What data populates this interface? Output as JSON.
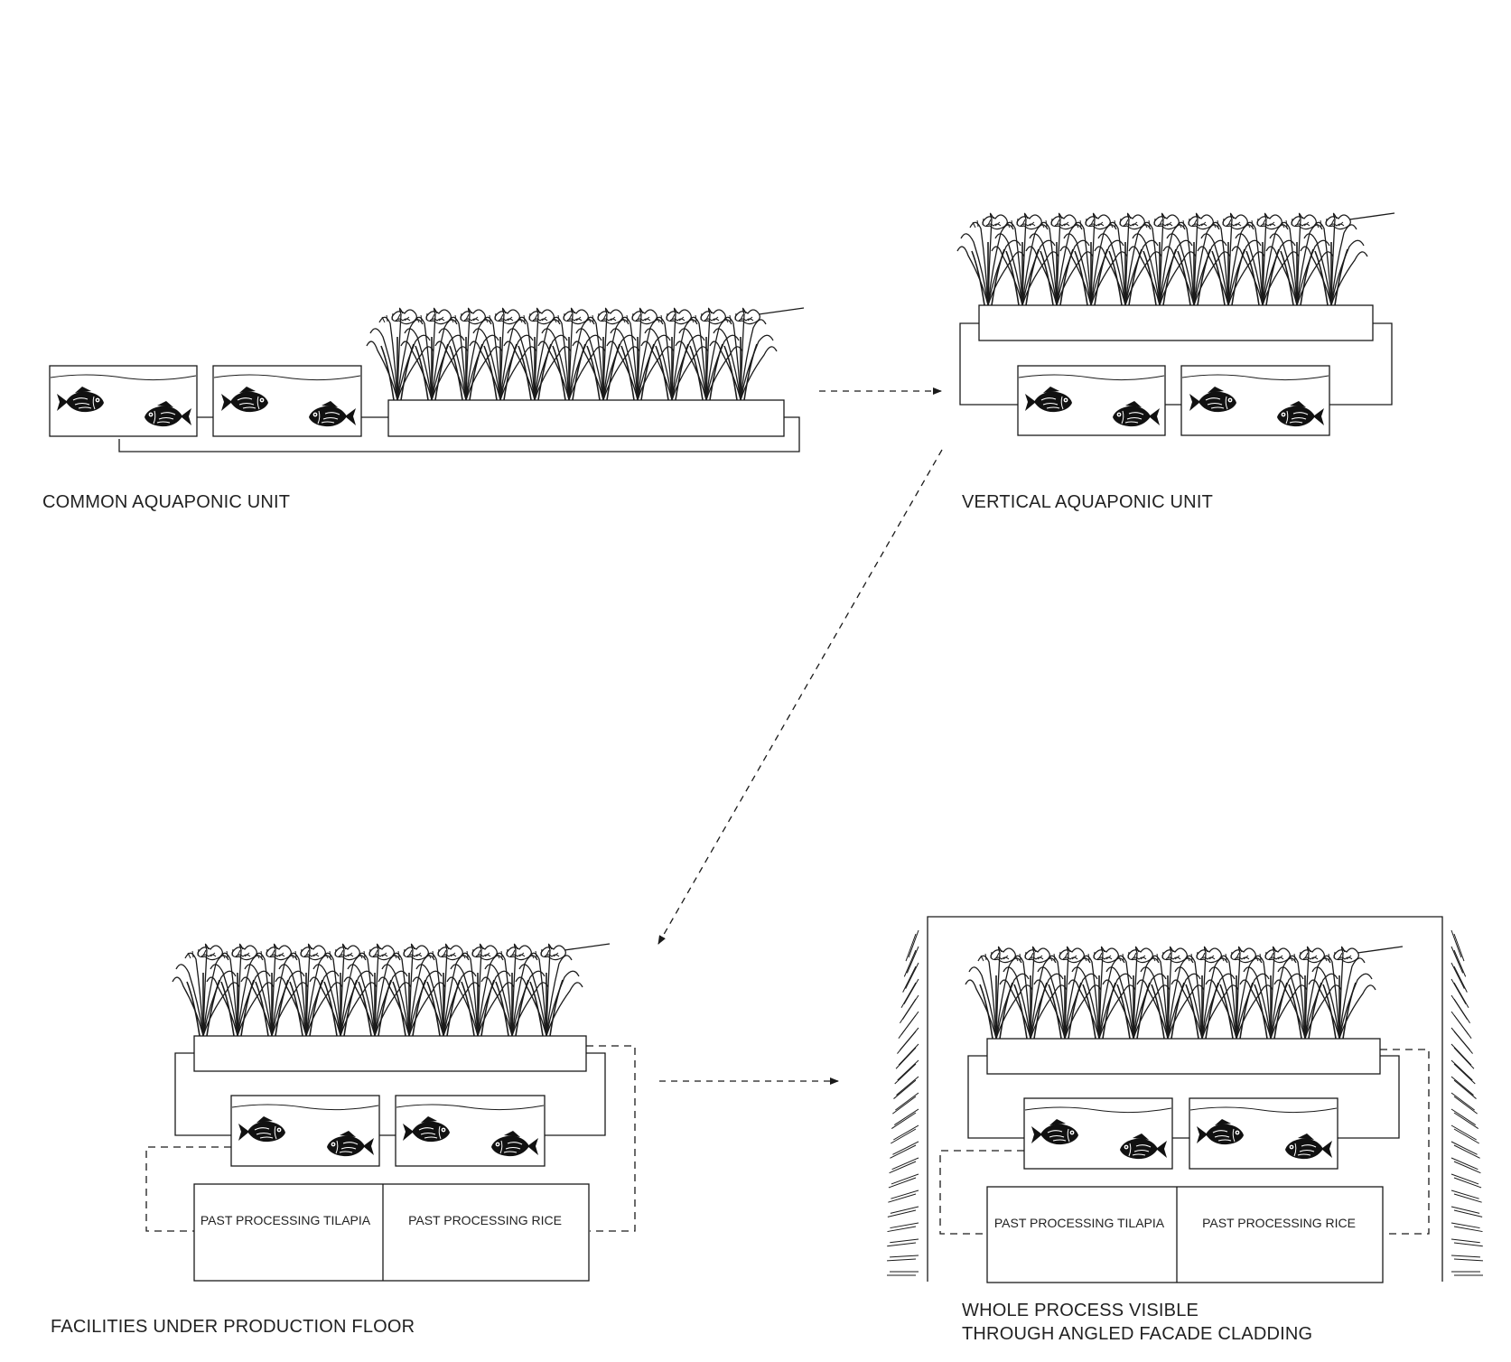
{
  "labels": {
    "common": "COMMON AQUAPONIC UNIT",
    "vertical": "VERTICAL AQUAPONIC UNIT",
    "facilities": "FACILITIES UNDER PRODUCTION FLOOR",
    "whole_line1": "WHOLE PROCESS VISIBLE",
    "whole_line2": "THROUGH ANGLED FACADE CLADDING"
  },
  "processing": {
    "tilapia": "PAST PROCESSING TILAPIA",
    "rice": "PAST PROCESSING RICE"
  },
  "colors": {
    "line": "#1a1a1a",
    "background": "#ffffff"
  },
  "icons": [
    "fish-icon",
    "rice-plant-icon",
    "arrow-icon"
  ]
}
